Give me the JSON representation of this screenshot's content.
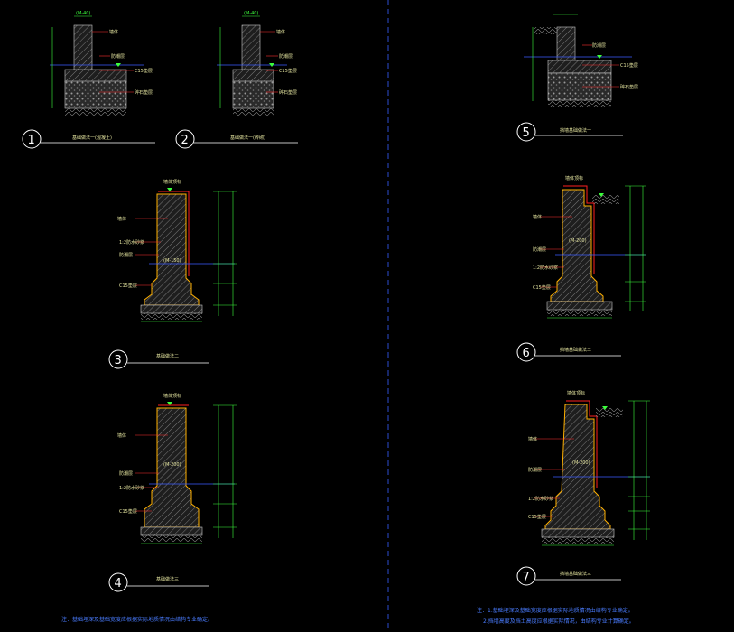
{
  "details": [
    {
      "number": "1",
      "title": "基础做法一(混凝土)",
      "dim_top": "(M-40)",
      "label_wall": "墙体",
      "label_mortar": "C15垫层",
      "label_bed": "碎石垫层",
      "label_water": "防潮层"
    },
    {
      "number": "2",
      "title": "基础做法一(砖砌)",
      "dim_top": "(M-40)",
      "label_wall": "墙体",
      "label_mortar": "C15垫层",
      "label_bed": "碎石垫层",
      "label_water": "防潮层"
    },
    {
      "number": "3",
      "title": "基础做法二",
      "label_top": "墙体顶标",
      "label_wall": "墙体",
      "label_a": "1:2防水砂浆",
      "label_b": "防潮层",
      "label_c": "C15垫层",
      "dim_mid": "(M-150)"
    },
    {
      "number": "4",
      "title": "基础做法三",
      "label_top": "墙体顶标",
      "label_wall": "墙体",
      "label_a": "防潮层",
      "label_b": "1:2防水砂浆",
      "label_c": "C15垫层",
      "dim_mid": "(M-200)"
    },
    {
      "number": "5",
      "title": "挡墙基础做法一",
      "label_a": "防潮层",
      "label_b": "C15垫层",
      "label_c": "碎石垫层"
    },
    {
      "number": "6",
      "title": "挡墙基础做法二",
      "label_top": "墙体顶标",
      "label_wall": "墙体",
      "label_a": "防潮层",
      "label_b": "1:2防水砂浆",
      "label_c": "C15垫层",
      "dim_mid": "(M-200)"
    },
    {
      "number": "7",
      "title": "挡墙基础做法三",
      "label_top": "墙体顶标",
      "label_wall": "墙体",
      "label_a": "防潮层",
      "label_b": "1:2防水砂浆",
      "label_c": "C15垫层",
      "dim_mid": "(M-200)"
    }
  ],
  "notes_left": "注：基础埋深及基础宽度应根据实际地质情况由结构专业确定。",
  "notes_right_1": "注：1.基础埋深及基础宽度应根据实际地质情况由结构专业确定。",
  "notes_right_2": "2.挡墙高度及挡土高度应根据实际情况，由结构专业计算确定。"
}
